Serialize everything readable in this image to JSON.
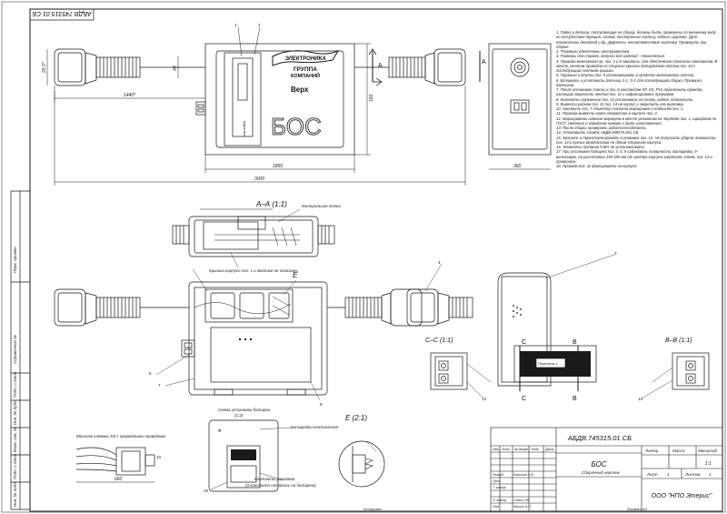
{
  "drawing": {
    "code_rotated": "АБДВ.745315.01 СБ",
    "company_logo": "ЭЛЕКТРОНИКА",
    "company_group_line1": "ГРУППА",
    "company_group_line2": "КОМПАНИЙ",
    "top_label": "Верх",
    "product_label": "БОС",
    "section_aa": "А–А (1:1)",
    "section_bb": "В–В (1:1)",
    "section_cc": "С–С (1:1)",
    "view_e": "Е (2:1)",
    "section_marks": [
      "А",
      "А",
      "В",
      "В",
      "С",
      "С",
      "Е"
    ],
    "callouts": {
      "contact_pad": "Контрольная точка",
      "cover_note": "Крышка корпуса поз. 1 и монтаж не показаны",
      "battery_scheme": "Схема установки батареи",
      "battery_scale": "(1:2)",
      "battery_contact": "Батарейки-контактная",
      "battery_clip": "Батарейки-контактная",
      "contact_springs": "Контакты разъёмов",
      "contact_springs2": "(3 контакта посадить на батарею)",
      "wire_install": "Монтаж клеммы XS с проводными проводами",
      "badge_label": "Пластина 1"
    },
    "dimensions": {
      "d_len_overall": "1440*",
      "d_len_body": "1850",
      "d_len_total": "3000",
      "d_height": "160",
      "d_side_w": "360",
      "d_small": "40",
      "d_side_h": "25",
      "d_left_h": "25,5*",
      "d_wire_len": "660",
      "d_wire_tail": "10"
    },
    "leader_numbers": [
      "1",
      "2",
      "3",
      "4",
      "5",
      "6",
      "7",
      "8",
      "9",
      "10",
      "11",
      "12",
      "13",
      "14"
    ],
    "small_marks": [
      "*",
      "10",
      "10",
      "11",
      "17",
      "13",
      "14"
    ]
  },
  "tech_requirements": [
    "1. Пайку и детали, поступающие на сборку, должны быть проверены по внешнему виду на отсутствие трещин, сколов, посторонних частиц, забоин, царапин. (Для технических деталей) и др. Дефекты: несоответствие чертежу. Проверить при сборке.",
    "2. *Размеры обеспечены инструментом.",
    "3. Размеры для справок, допуски для изделий - технические.",
    "4. Провода монтажной гр. поз. 4 и 8 заводить, для обеспечения точности контактов. В месте, монтаж проводов со стороны крышки батарейного отсека поз. 10 с последующим снятием крышки.",
    "5. Пружины и втулки поз. 9 устанавливать в пределах монтажного отсека.",
    "6. Вставить и уплотнить датчики Э-1, Э-2 для последующей сборки. Проверка датчиков.",
    "7. После установки платы и поз. 6 контактов XP, XS, PV1 подключить провода, изоляцию закрепить лентой поз. 11 и зафиксировать прижимом.",
    "8. Контакты пружинные поз. 14 установить на плату, кабель подключить.",
    "9. Вывести разъем поз. 11 поз. 14 на корпус и закрепить его винтами.",
    "10. Наклеить поз. 7 этикетку согласно маркировке и надписям поз. 1.",
    "11. Провода вывести через отверстие в корпусе поз. 2.",
    "12. Маркировать изделие маркером в месте указанном на чертеже поз. 1, шрифтом по ГОСТ, сведения о заводском номере и дате изготовления.",
    "13. После сборки проверить работоспособность.",
    "14. Установить пломбу АБДВ.468575.001 СБ.",
    "15. Хранить и транспортировать в упаковке поз. 12. Не допускать ударов, влажности, поз. 13 и прочих воздействий по обеим сторонам корпуса.",
    "16. Элементы питания 9 В/А не устанавливать.",
    "17. При установке батарей поз. 4, 5, 9 соблюдать полярность. Батарейку, 9-вольтовую, на расстоянии 150-200 мм от центра корпуса закрепить клеем, поз. 13 и проверить.",
    "18. Провода поз. 11 фиксировать на корпусе."
  ],
  "left_strip": [
    "Справочный №",
    "Перв. примен.",
    "Подп. и дата",
    "Инв. № дубл.",
    "Взам. инв. №",
    "Подп. и дата",
    "Инв. № подл."
  ],
  "title_block": {
    "doc_code": "АБДВ.745315.01 СБ",
    "name": "БОС",
    "doc_type": "Сборочный чертеж",
    "organization": "ООО \"НПО Этерис\"",
    "col_headers": [
      "Изм.",
      "Лист",
      "№ докум.",
      "Подп.",
      "Дата"
    ],
    "roles": [
      "Разраб.",
      "Пров.",
      "Т. контр.",
      "",
      "Н. контр.",
      "Утв."
    ],
    "names": [
      "Копылов С.В.",
      "",
      "",
      "",
      "Семин Р.В.",
      "Мишин А.П."
    ],
    "stage_headers": [
      "Литер",
      "Масса",
      "Масштаб"
    ],
    "scale": "1:1",
    "sheet_label": "Лист",
    "sheet_no": "1",
    "sheets_label": "Листов",
    "sheets_no": "1",
    "copied": "Копировал",
    "format": "Формат А3"
  }
}
